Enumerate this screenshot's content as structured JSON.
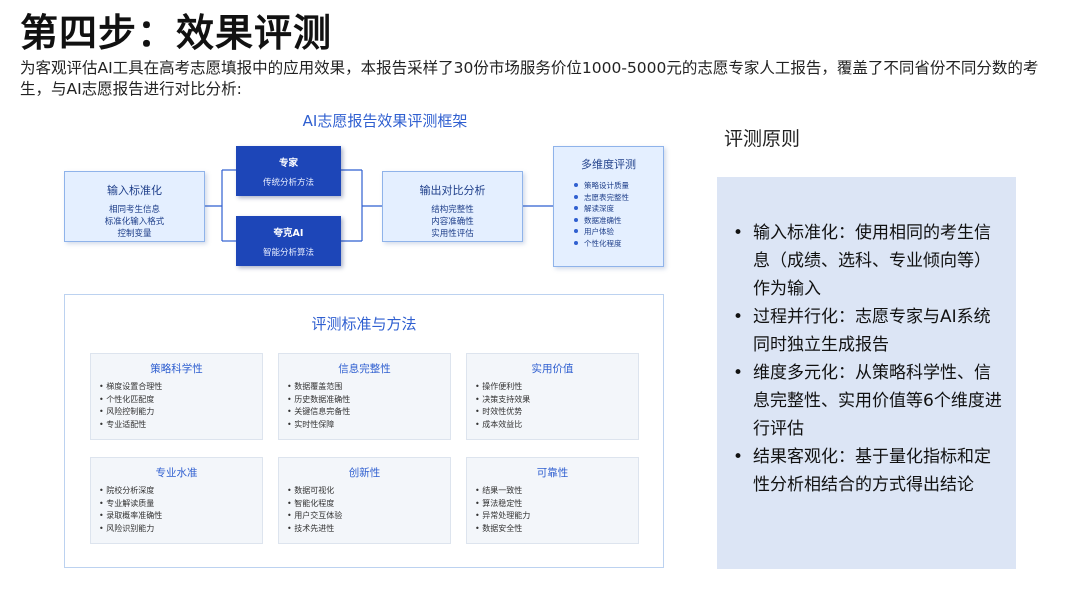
{
  "title": "第四步：效果评测",
  "intro": "为客观评估AI工具在高考志愿填报中的应用效果，本报告采样了30份市场服务价位1000-5000元的志愿专家人工报告，覆盖了不同省份不同分数的考生，与AI志愿报告进行对比分析:",
  "framework": {
    "title": "AI志愿报告效果评测框架",
    "input": {
      "heading": "输入标准化",
      "lines": [
        "相同考生信息",
        "标准化输入格式",
        "控制变量"
      ]
    },
    "expert": {
      "heading": "专家",
      "sub": "传统分析方法"
    },
    "ai": {
      "heading": "夸克AI",
      "sub": "智能分析算法"
    },
    "output": {
      "heading": "输出对比分析",
      "lines": [
        "结构完整性",
        "内容准确性",
        "实用性评估"
      ]
    },
    "multi": {
      "heading": "多维度评测",
      "items": [
        "策略设计质量",
        "志愿表完整性",
        "解读深度",
        "数据准确性",
        "用户体验",
        "个性化程度"
      ]
    }
  },
  "standards": {
    "title": "评测标准与方法",
    "cards": [
      {
        "title": "策略科学性",
        "items": [
          "梯度设置合理性",
          "个性化匹配度",
          "风险控制能力",
          "专业适配性"
        ]
      },
      {
        "title": "信息完整性",
        "items": [
          "数据覆盖范围",
          "历史数据准确性",
          "关键信息完备性",
          "实时性保障"
        ]
      },
      {
        "title": "实用价值",
        "items": [
          "操作便利性",
          "决策支持效果",
          "时效性优势",
          "成本效益比"
        ]
      },
      {
        "title": "专业水准",
        "items": [
          "院校分析深度",
          "专业解读质量",
          "录取概率准确性",
          "风险识别能力"
        ]
      },
      {
        "title": "创新性",
        "items": [
          "数据可视化",
          "智能化程度",
          "用户交互体验",
          "技术先进性"
        ]
      },
      {
        "title": "可靠性",
        "items": [
          "结果一致性",
          "算法稳定性",
          "异常处理能力",
          "数据安全性"
        ]
      }
    ]
  },
  "principles": {
    "title": "评测原则",
    "items": [
      "输入标准化：使用相同的考生信息（成绩、选科、专业倾向等）作为输入",
      "过程并行化：志愿专家与AI系统同时独立生成报告",
      "维度多元化：从策略科学性、信息完整性、实用价值等6个维度进行评估",
      "结果客观化：基于量化指标和定性分析相结合的方式得出结论"
    ],
    "bullet": "•"
  }
}
